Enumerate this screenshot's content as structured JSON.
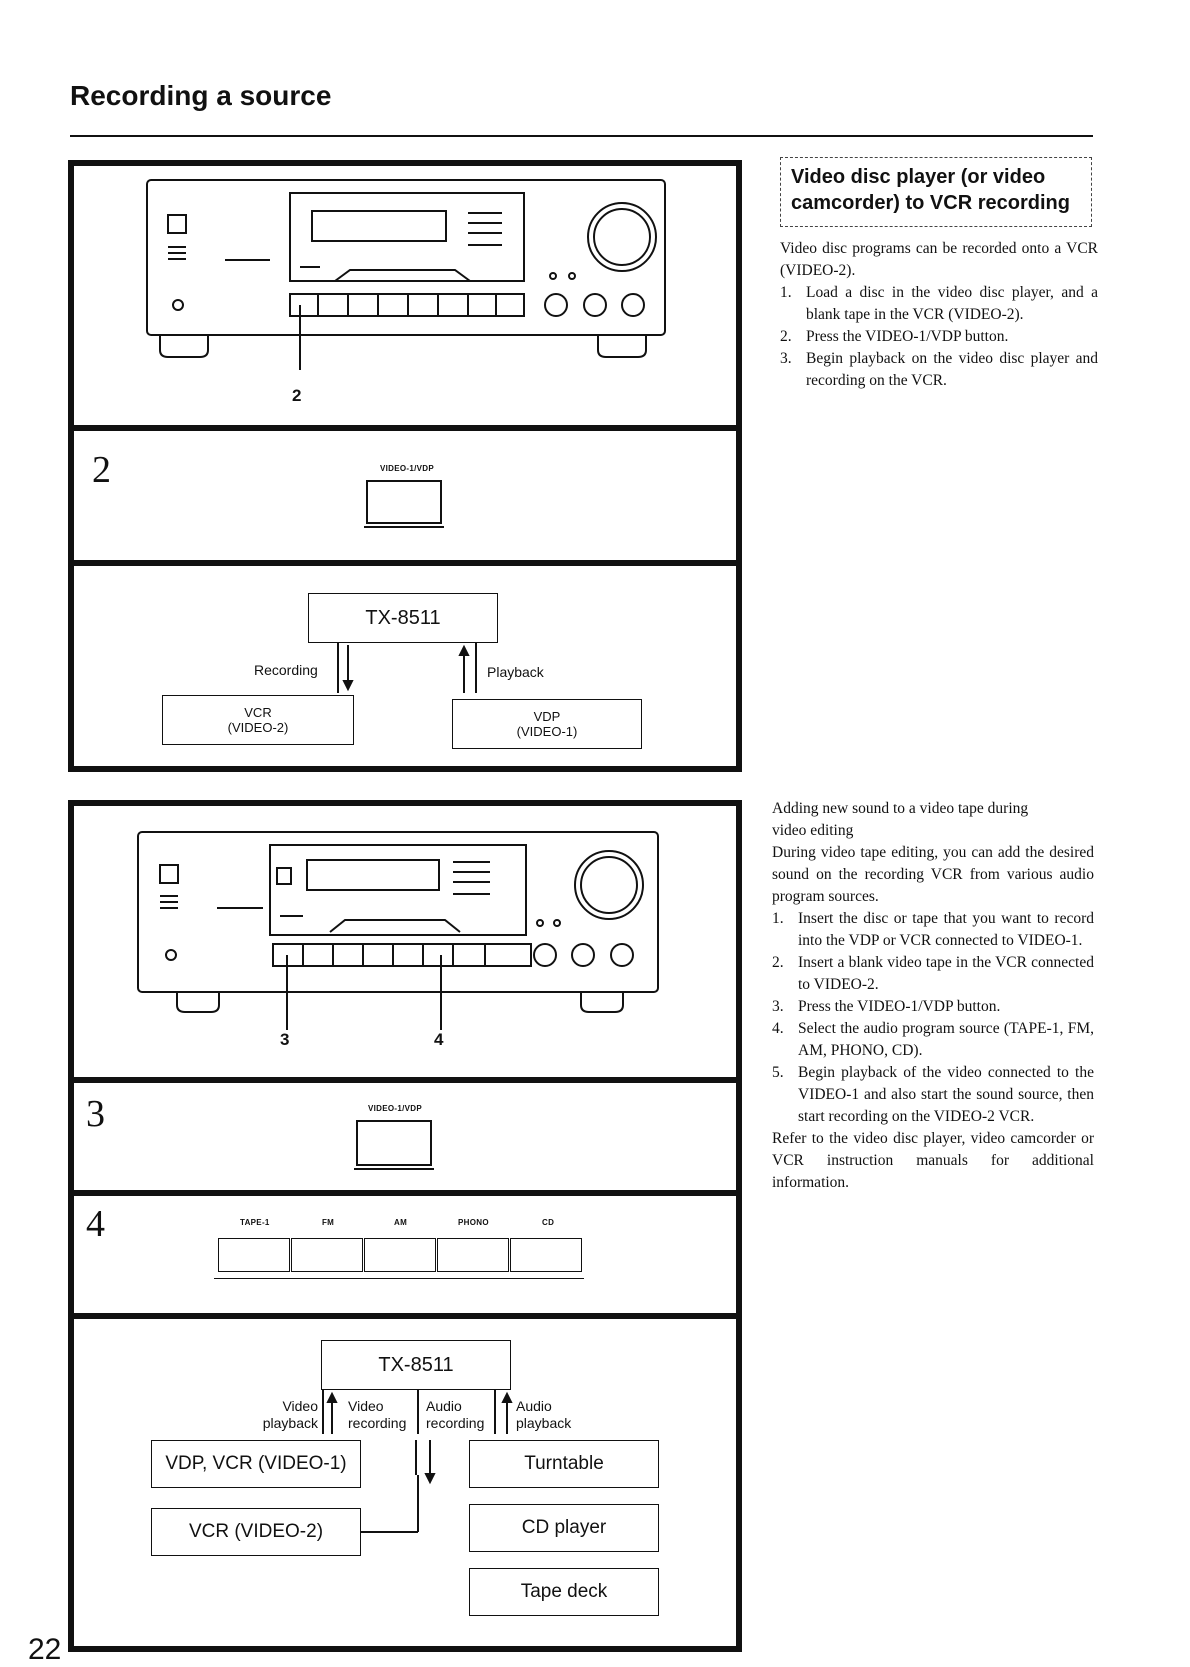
{
  "page": {
    "title": "Recording a source",
    "page_number": "22"
  },
  "section1": {
    "panel1": {
      "callout": "2"
    },
    "panel2": {
      "step_number": "2",
      "button_caption": "VIDEO-1/VDP"
    },
    "panel3": {
      "receiver": "TX-8511",
      "recording_label": "Recording",
      "playback_label": "Playback",
      "vcr_label_line1": "VCR",
      "vcr_label_line2": "(VIDEO-2)",
      "vdp_label_line1": "VDP",
      "vdp_label_line2": "(VIDEO-1)"
    },
    "heading_line1": "Video disc player (or video",
    "heading_line2": "camcorder) to VCR recording",
    "intro": "Video disc programs can be recorded onto a VCR (VIDEO-2).",
    "steps": [
      {
        "n": "1.",
        "text": "Load a disc in the video disc player, and a blank tape in the VCR (VIDEO-2)."
      },
      {
        "n": "2.",
        "text": "Press the VIDEO-1/VDP button."
      },
      {
        "n": "3.",
        "text": "Begin playback on the video disc player and recording on the VCR."
      }
    ]
  },
  "section2": {
    "panel1": {
      "callout_a": "3",
      "callout_b": "4"
    },
    "panel2": {
      "step_number": "3",
      "button_caption": "VIDEO-1/VDP"
    },
    "panel3": {
      "step_number": "4",
      "captions": [
        "TAPE-1",
        "FM",
        "AM",
        "PHONO",
        "CD"
      ]
    },
    "panel4": {
      "receiver": "TX-8511",
      "video_playback_1": "Video",
      "video_playback_2": "playback",
      "video_recording_1": "Video",
      "video_recording_2": "recording",
      "audio_recording_1": "Audio",
      "audio_recording_2": "recording",
      "audio_playback_1": "Audio",
      "audio_playback_2": "playback",
      "vdp_vcr": "VDP, VCR (VIDEO-1)",
      "vcr2": "VCR (VIDEO-2)",
      "turntable": "Turntable",
      "cd_player": "CD player",
      "tape_deck": "Tape deck"
    },
    "heading_line1": "Adding new sound to a video tape during",
    "heading_line2": "video editing",
    "intro": "During video tape editing, you can add the desired sound on the recording VCR from various audio program sources.",
    "steps": [
      {
        "n": "1.",
        "text": "Insert the disc or tape that you want to record into the VDP or VCR connected to VIDEO-1."
      },
      {
        "n": "2.",
        "text": "Insert a blank video tape in the VCR connected to VIDEO-2."
      },
      {
        "n": "3.",
        "text": "Press the VIDEO-1/VDP button."
      },
      {
        "n": "4.",
        "text": "Select the audio program source (TAPE-1, FM, AM, PHONO, CD)."
      },
      {
        "n": "5.",
        "text": "Begin playback of the video connected to the VIDEO-1 and also start the sound source, then start recording on the VIDEO-2 VCR."
      }
    ],
    "outro": "Refer to the video disc player, video camcorder or VCR instruction manuals for additional information."
  }
}
